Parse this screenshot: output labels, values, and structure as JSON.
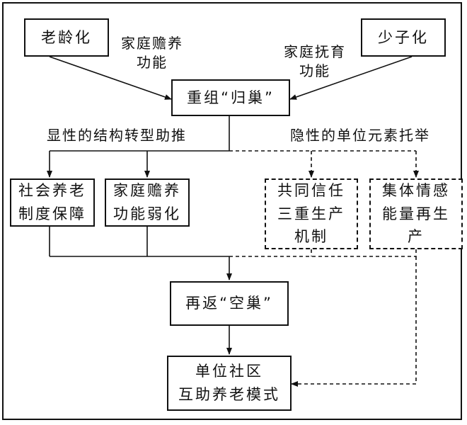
{
  "nodes": {
    "aging": "老龄化",
    "fewer_children": "少子化",
    "regroup": "重组“归巢”",
    "social_pension": "社会养老\n制度保障",
    "family_support_weaken": "家庭赡养\n功能弱化",
    "trust_mechanism": "共同信任\n三重生产\n机制",
    "collective_emotion": "集体情感\n能量再生\n产",
    "empty_nest": "再返“空巢”",
    "community_model": "单位社区\n互助养老模式"
  },
  "labels": {
    "family_support_function": "家庭赡养\n功能",
    "family_nurture_function": "家庭抚育\n功能",
    "explicit_push": "显性的结构转型助推",
    "implicit_lift": "隐性的单位元素托举"
  }
}
